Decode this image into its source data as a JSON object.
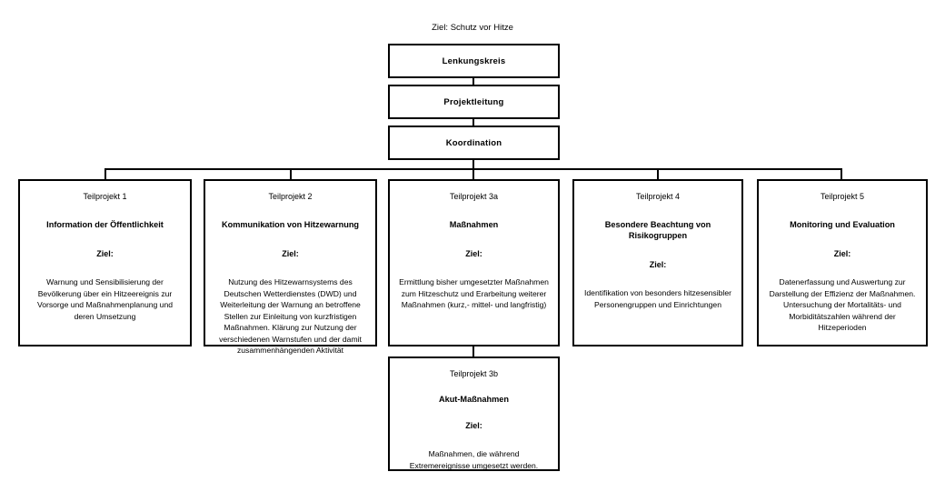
{
  "diagram": {
    "goal_caption": "Ziel: Schutz vor Hitze",
    "hierarchy": {
      "level1": {
        "label": "Lenkungskreis"
      },
      "level2": {
        "label": "Projektleitung"
      },
      "level3": {
        "label": "Koordination"
      }
    },
    "ziel_label": "Ziel:",
    "subprojects": [
      {
        "index": "Teilprojekt 1",
        "name": "Information der Öffentlichkeit",
        "ziel_label": "Ziel:",
        "description": "Warnung und Sensibilisierung der Bevölkerung über ein Hitzeereignis zur Vorsorge und Maßnahmenplanung und deren Umsetzung"
      },
      {
        "index": "Teilprojekt 2",
        "name": "Kommunikation von Hitzewarnung",
        "ziel_label": "Ziel:",
        "description": "Nutzung des Hitzewarnsystems des Deutschen Wetterdienstes (DWD) und Weiterleitung der Warnung an betroffene Stellen zur Einleitung von kurzfristigen Maßnahmen. Klärung zur Nutzung der verschiedenen Warnstufen und der damit zusammenhängenden Aktivität"
      },
      {
        "index": "Teilprojekt 3a",
        "name": "Maßnahmen",
        "ziel_label": "Ziel:",
        "description": "Ermittlung bisher umgesetzter Maßnahmen zum Hitzeschutz und Erarbeitung weiterer Maßnahmen (kurz,- mittel- und langfristig)"
      },
      {
        "index": "Teilprojekt 4",
        "name": "Besondere Beachtung von Risikogruppen",
        "ziel_label": "Ziel:",
        "description": "Identifikation von besonders hitzesensibler Personengruppen und Einrichtungen"
      },
      {
        "index": "Teilprojekt 5",
        "name": "Monitoring und Evaluation",
        "ziel_label": "Ziel:",
        "description": "Datenerfassung und Auswertung zur Darstellung der Effizienz der Maßnahmen. Untersuchung der Mortalitäts- und Morbiditätszahlen während der Hitzeperioden"
      }
    ],
    "subproject_3b": {
      "index": "Teilprojekt 3b",
      "name": "Akut-Maßnahmen",
      "ziel_label": "Ziel:",
      "description": "Maßnahmen, die während Extremereignisse umgesetzt werden."
    },
    "colors": {
      "background": "#ffffff",
      "border": "#000000",
      "text": "#000000"
    }
  }
}
